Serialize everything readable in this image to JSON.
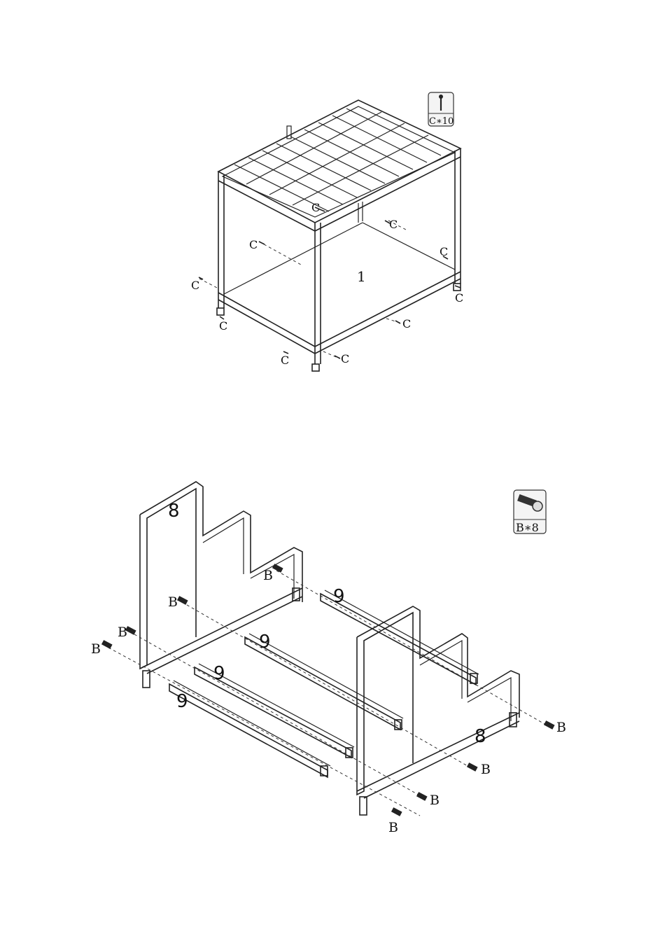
{
  "step1": {
    "hardware_badge": {
      "label": "C∗10",
      "icon": "long-screw-icon"
    },
    "part_label": "1",
    "screw_label": "C"
  },
  "step2": {
    "hardware_badge": {
      "label": "B∗8",
      "icon": "bolt-icon"
    },
    "side_frame_label": "8",
    "crossbar_label": "9",
    "bolt_label": "B"
  },
  "colors": {
    "line": "#222222",
    "background": "#ffffff"
  }
}
